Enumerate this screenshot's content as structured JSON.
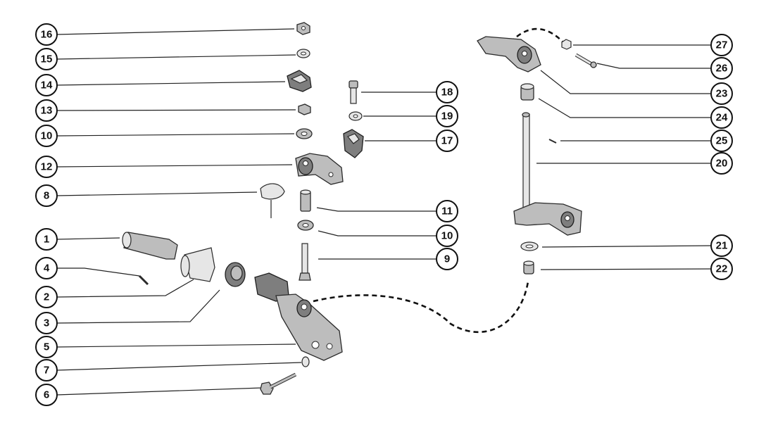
{
  "diagram": {
    "callouts": [
      {
        "id": "c16",
        "label": "16"
      },
      {
        "id": "c15",
        "label": "15"
      },
      {
        "id": "c14",
        "label": "14"
      },
      {
        "id": "c13",
        "label": "13"
      },
      {
        "id": "c10a",
        "label": "10"
      },
      {
        "id": "c12",
        "label": "12"
      },
      {
        "id": "c8",
        "label": "8"
      },
      {
        "id": "c1",
        "label": "1"
      },
      {
        "id": "c4",
        "label": "4"
      },
      {
        "id": "c2",
        "label": "2"
      },
      {
        "id": "c3",
        "label": "3"
      },
      {
        "id": "c5",
        "label": "5"
      },
      {
        "id": "c7",
        "label": "7"
      },
      {
        "id": "c6",
        "label": "6"
      },
      {
        "id": "c18",
        "label": "18"
      },
      {
        "id": "c19",
        "label": "19"
      },
      {
        "id": "c17",
        "label": "17"
      },
      {
        "id": "c11",
        "label": "11"
      },
      {
        "id": "c10b",
        "label": "10"
      },
      {
        "id": "c9",
        "label": "9"
      },
      {
        "id": "c27",
        "label": "27"
      },
      {
        "id": "c26",
        "label": "26"
      },
      {
        "id": "c23",
        "label": "23"
      },
      {
        "id": "c24",
        "label": "24"
      },
      {
        "id": "c25",
        "label": "25"
      },
      {
        "id": "c20",
        "label": "20"
      },
      {
        "id": "c21",
        "label": "21"
      },
      {
        "id": "c22",
        "label": "22"
      }
    ]
  }
}
